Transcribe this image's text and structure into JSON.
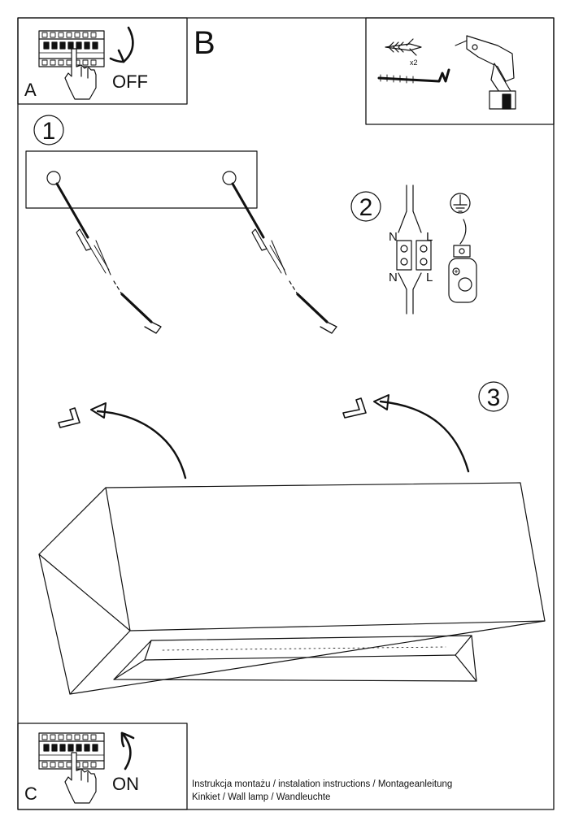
{
  "panels": {
    "a": {
      "letter": "A",
      "switch_state": "OFF",
      "icons": [
        "breaker-panel-icon",
        "hand-icon",
        "arrow-down-icon"
      ]
    },
    "b": {
      "letter": "B",
      "quantity_note": "x2",
      "icons": [
        "wall-plug-icon",
        "hook-screw-icon",
        "drill-icon"
      ]
    },
    "c": {
      "letter": "C",
      "switch_state": "ON",
      "icons": [
        "breaker-panel-icon",
        "hand-icon",
        "arrow-up-icon"
      ]
    }
  },
  "steps": [
    {
      "number": "1"
    },
    {
      "number": "2"
    },
    {
      "number": "3"
    }
  ],
  "wiring": {
    "top_left": "N",
    "top_right": "L",
    "bottom_left": "N",
    "bottom_right": "L",
    "icons": [
      "terminal-block-icon",
      "ground-symbol-icon",
      "ground-clamp-icon"
    ]
  },
  "footer": {
    "line1": "Instrukcja montażu / instalation instructions / Montageanleitung",
    "line2": "Kinkiet / Wall lamp / Wandleuchte"
  }
}
